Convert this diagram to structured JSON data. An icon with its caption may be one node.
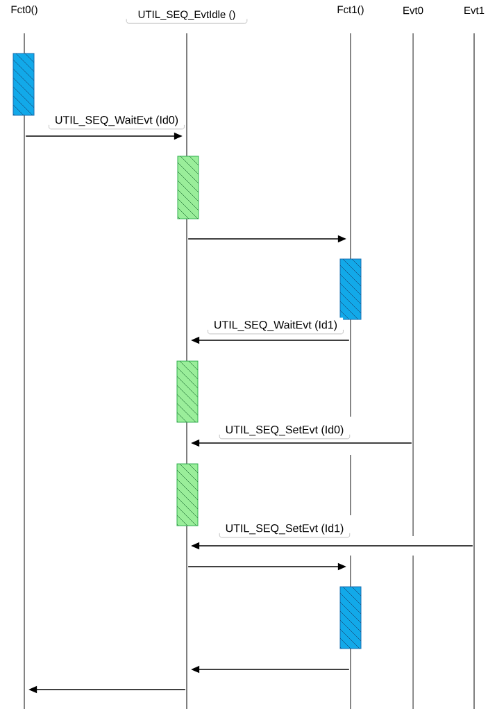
{
  "diagram": {
    "nodes": [
      {
        "text": [
          "Fct0()"
        ]
      },
      {
        "text": [
          "UTIL_SEQ_EvtIdle ()"
        ]
      },
      {
        "text": [
          "Fct1()"
        ]
      },
      {
        "text": [
          "Evt0"
        ]
      },
      {
        "text": [
          "Evt1"
        ]
      },
      {
        "text": [],
        "shape": "line"
      },
      {
        "text": [],
        "shape": "line"
      },
      {
        "text": [],
        "shape": "line"
      },
      {
        "text": [],
        "shape": "line"
      },
      {
        "text": [],
        "shape": "line"
      }
    ],
    "edges": [
      {
        "from": 5,
        "to": 6,
        "arrow": "to",
        "label": "UTIL_SEQ_WaitEvt (Id0)"
      },
      {
        "from": 6,
        "to": 7,
        "arrow": "to"
      },
      {
        "from": 7,
        "to": 6,
        "arrow": "to",
        "label": "UTIL_SEQ_WaitEvt (Id1)"
      },
      {
        "from": 8,
        "to": 6,
        "arrow": "to",
        "label": "UTIL_SEQ_SetEvt (Id0)"
      },
      {
        "from": 9,
        "to": 6,
        "arrow": "to",
        "label": "UTIL_SEQ_SetEvt (Id1)"
      },
      {
        "from": 6,
        "to": 7,
        "arrow": "to"
      },
      {
        "from": 7,
        "to": 6,
        "arrow": "to"
      },
      {
        "from": 6,
        "to": 5,
        "arrow": "to"
      }
    ]
  }
}
